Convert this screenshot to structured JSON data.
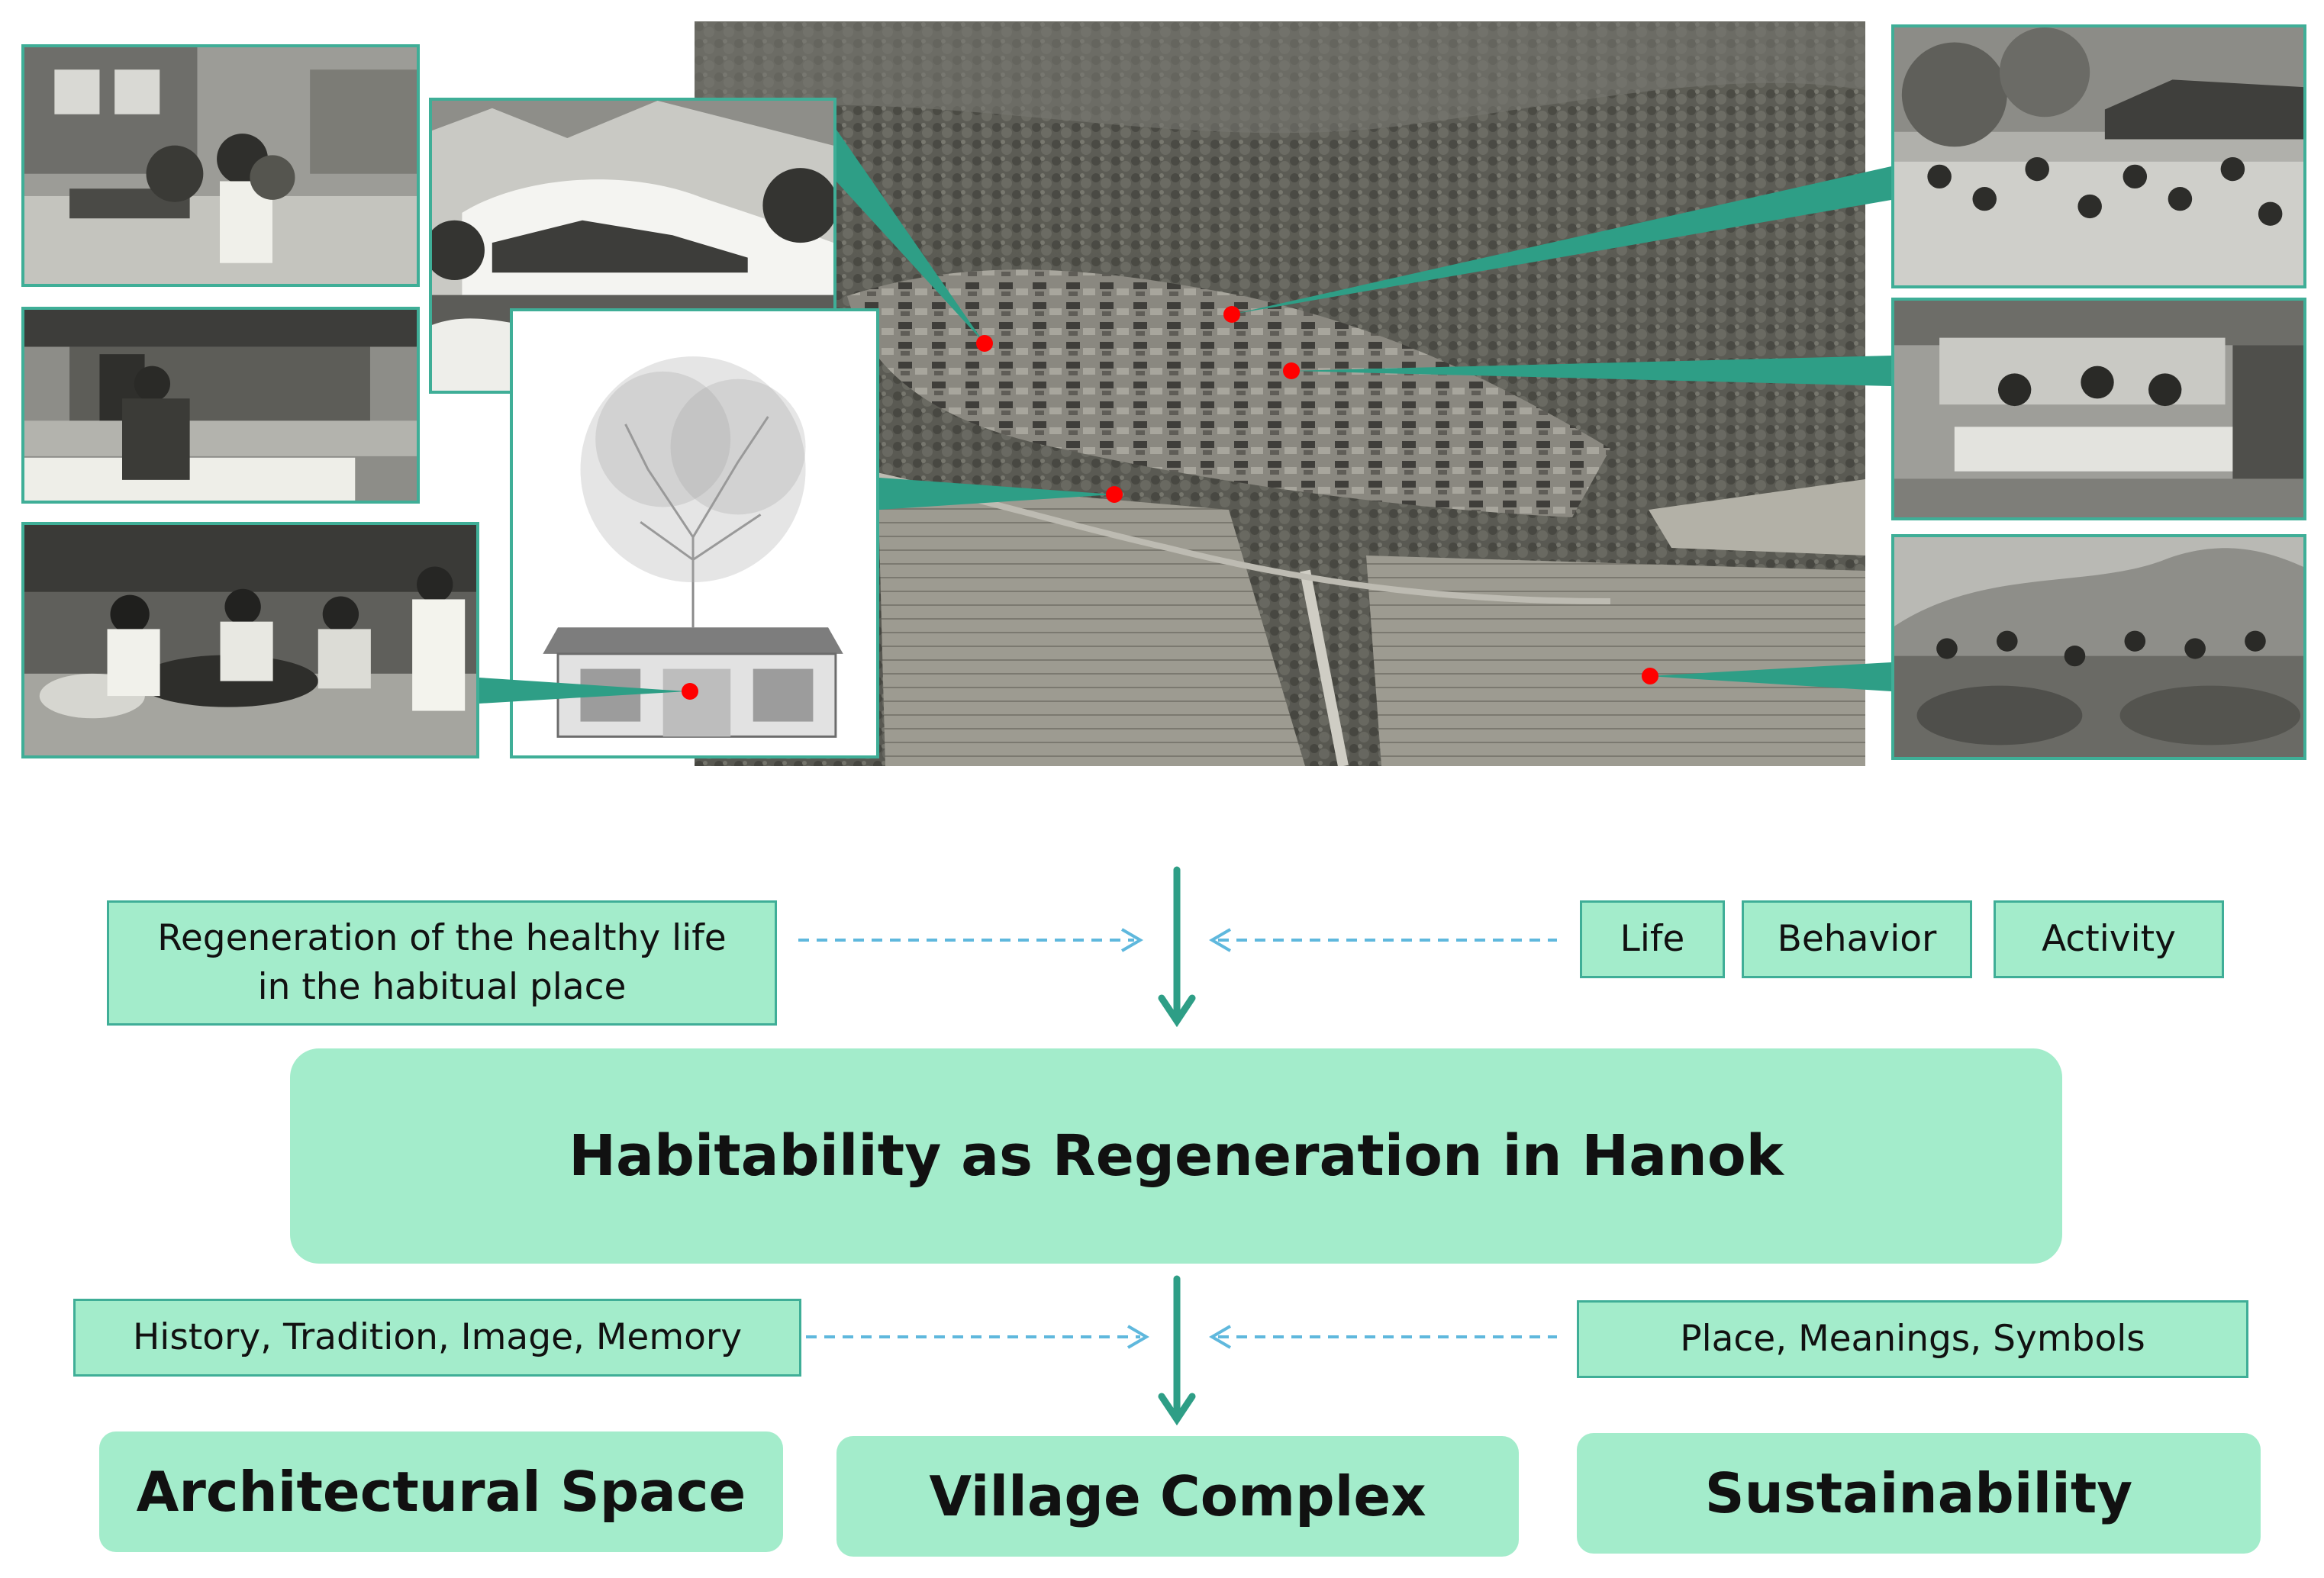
{
  "inputs_top": {
    "left": "Regeneration of the healthy life in the habitual place",
    "right": [
      "Life",
      "Behavior",
      "Activity"
    ]
  },
  "central": "Habitability as Regeneration in Hanok",
  "inputs_bottom": {
    "left": "History, Tradition, Image, Memory",
    "right": "Place, Meanings, Symbols"
  },
  "outcomes": [
    "Architectural Space",
    "Village Complex",
    "Sustainability"
  ],
  "colors": {
    "box_fill": "#a3eccb",
    "box_border": "#3fae97",
    "leader": "#2e9e86",
    "marker": "#ff0000",
    "dashed_arrow": "#5fb8dd",
    "main_arrow": "#2e9e86"
  }
}
